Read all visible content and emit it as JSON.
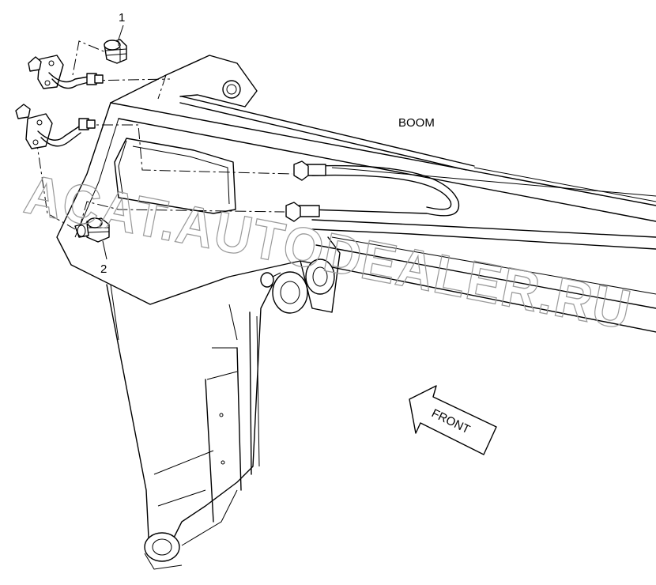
{
  "labels": {
    "callout_1": "1",
    "callout_2": "2",
    "boom": "BOOM",
    "front": "FRONT"
  },
  "watermark": {
    "line": "ACAT.AUTODEALER.RU"
  }
}
